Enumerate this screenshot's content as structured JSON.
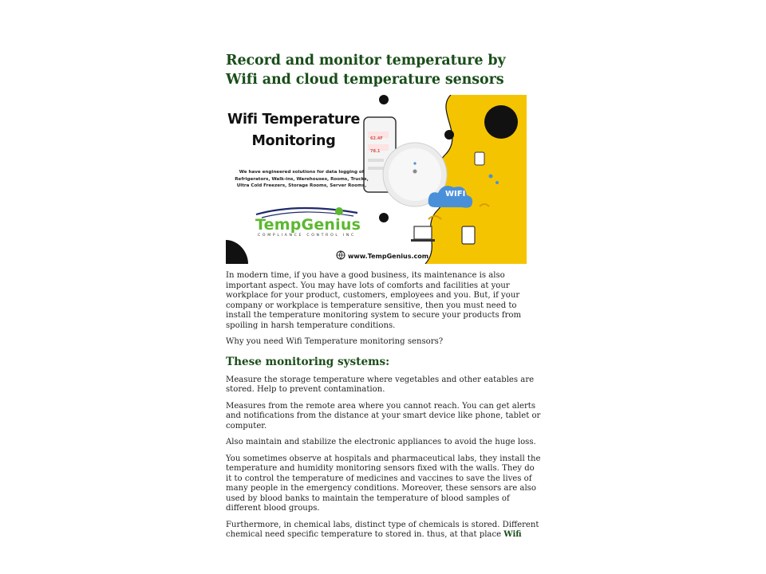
{
  "title": "Record and monitor temperature by Wifi and cloud temperature sensors",
  "banner": {
    "heading_line1": "Wifi Temperature",
    "heading_line2": "Monitoring",
    "blurb": "We have engineered solutions for data logging of Refrigerators, Walk-ins, Warehouses, Rooms, Trucks, Ultra Cold Freezers, Storage Rooms, Server Rooms,",
    "brand": "TempGenius",
    "brand_sub": "COMPLIANCE CONTROL INC",
    "website": "www.TempGenius.com",
    "cloud_label": "WIFI",
    "phone_reading_1": "62.4F",
    "phone_reading_2": "78.1",
    "colors": {
      "yellow": "#f5c400",
      "green": "#5bb82f",
      "navy": "#1f2a6b",
      "blue": "#4a90d9"
    }
  },
  "paragraphs": {
    "p1": "In modern time, if you have a good business, its maintenance is also important aspect. You may have lots of comforts and facilities at your workplace for your product, customers, employees and you. But, if your company or workplace is temperature sensitive, then you must need to install the temperature monitoring system to secure your products from spoiling in harsh temperature conditions.",
    "p2": "Why you need Wifi Temperature monitoring sensors?",
    "subheading": "These monitoring systems:",
    "p3": "Measure the storage temperature where vegetables and other eatables are stored. Help to prevent contamination.",
    "p4": "Measures from the remote area where you cannot reach. You can get alerts and notifications from the distance at your smart device like phone, tablet or computer.",
    "p5": "Also maintain and stabilize the electronic appliances to avoid the huge loss.",
    "p6": "You sometimes observe at hospitals and pharmaceutical labs, they install the temperature and humidity monitoring sensors fixed with the walls. They do it to control the temperature of medicines and vaccines to save the lives of many people in the emergency conditions. Moreover, these sensors are also used by blood banks to maintain the temperature of blood samples of different blood groups.",
    "p7": "Furthermore, in chemical labs, distinct type of chemicals is stored. Different chemical need specific temperature to stored in. thus, at that place",
    "p7_end": "Wifi"
  }
}
